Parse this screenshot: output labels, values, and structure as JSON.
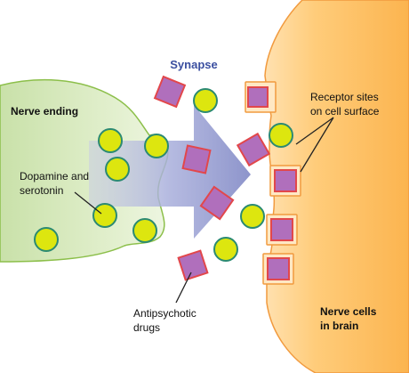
{
  "labels": {
    "synapse": "Synapse",
    "nerve_ending": "Nerve ending",
    "dopamine": [
      "Dopamine and",
      "serotonin"
    ],
    "receptor": [
      "Receptor sites",
      "on cell surface"
    ],
    "antipsychotic": [
      "Antipsychotic",
      "drugs"
    ],
    "nerve_cells": [
      "Nerve cells",
      "in brain"
    ]
  },
  "colors": {
    "nerve_ending_fill": "#dfeec8",
    "nerve_cell_fill": "#ffc977",
    "dot_fill": "#dde60f",
    "dot_stroke": "#2b8a72",
    "drug_fill": "#b06fbc",
    "drug_stroke": "#e2474b",
    "arrow": "#8f95cc",
    "synapse_label": "#3b4fa0"
  }
}
